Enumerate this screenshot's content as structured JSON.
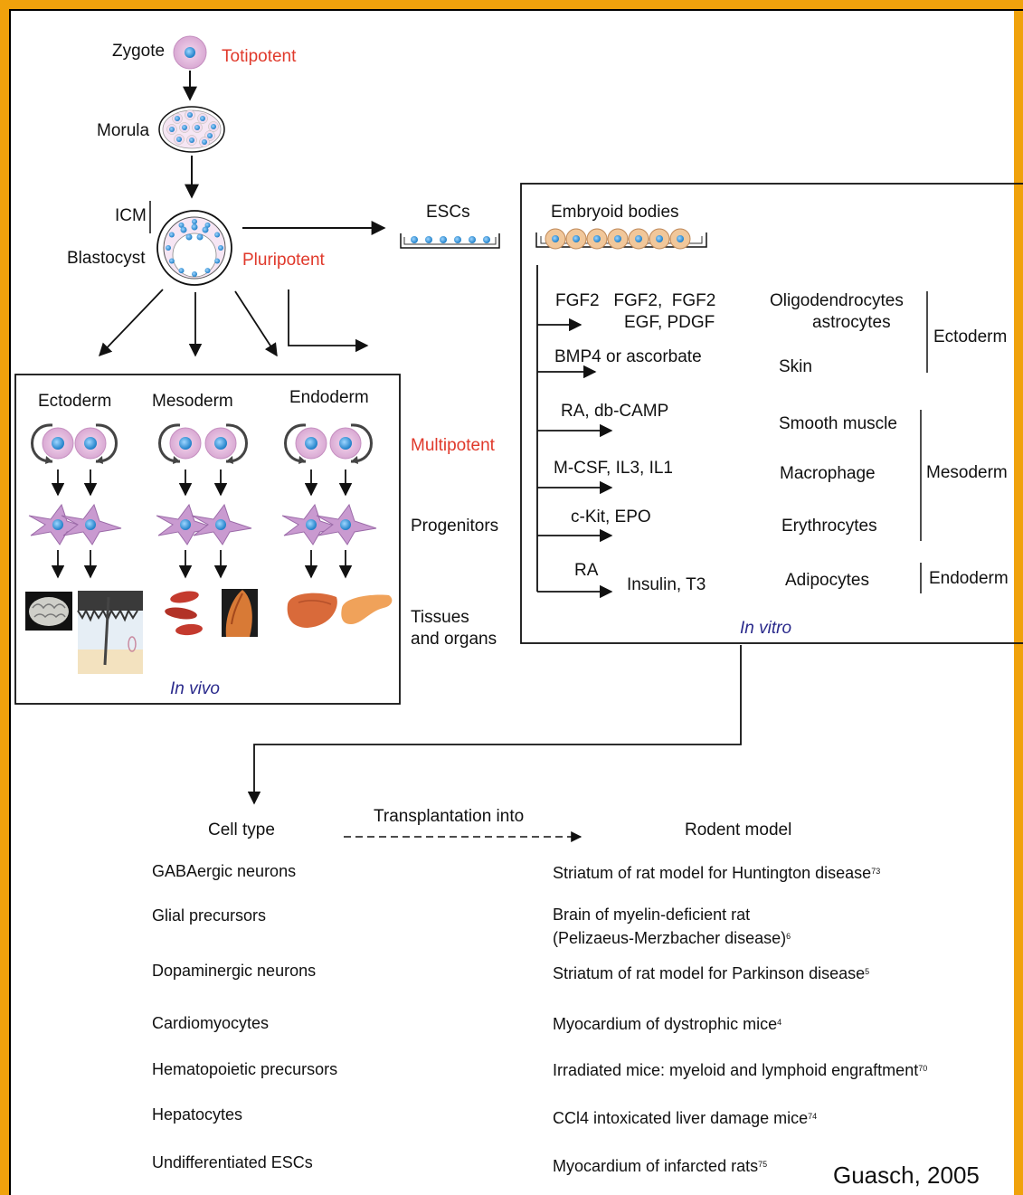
{
  "lineage": {
    "zygote": "Zygote",
    "totipotent": "Totipotent",
    "morula": "Morula",
    "icm": "ICM",
    "blastocyst": "Blastocyst",
    "pluripotent": "Pluripotent",
    "escs": "ESCs"
  },
  "in_vivo": {
    "layers": [
      "Ectoderm",
      "Mesoderm",
      "Endoderm"
    ],
    "multipotent": "Multipotent",
    "progenitors": "Progenitors",
    "tissues_line1": "Tissues",
    "tissues_line2": "and organs",
    "label": "In vivo"
  },
  "in_vitro": {
    "embryoid_bodies": "Embryoid bodies",
    "factors": [
      {
        "text": "FGF2   FGF2,  FGF2"
      },
      {
        "text": "EGF, PDGF"
      },
      {
        "text": "BMP4 or ascorbate"
      },
      {
        "text": "RA, db-CAMP"
      },
      {
        "text": "M-CSF, IL3, IL1"
      },
      {
        "text": "c-Kit, EPO"
      },
      {
        "text": "RA"
      },
      {
        "text": "Insulin, T3"
      }
    ],
    "cells": [
      "Oligodendrocytes",
      "astrocytes",
      "Skin",
      "Smooth muscle",
      "Macrophage",
      "Erythrocytes",
      "Adipocytes"
    ],
    "groups": [
      "Ectoderm",
      "Mesoderm",
      "Endoderm"
    ],
    "label": "In vitro"
  },
  "transplant": {
    "cell_type_header": "Cell type",
    "arrow_label": "Transplantation into",
    "rodent_header": "Rodent model",
    "rows": [
      {
        "cell": "GABAergic neurons",
        "model": "Striatum of rat model for Huntington disease",
        "ref": "73"
      },
      {
        "cell": "Glial precursors",
        "model": "Brain of myelin-deficient rat",
        "model2": "(Pelizaeus-Merzbacher disease)",
        "ref": "6"
      },
      {
        "cell": "Dopaminergic neurons",
        "model": "Striatum of rat model for Parkinson disease",
        "ref": "5"
      },
      {
        "cell": "Cardiomyocytes",
        "model": "Myocardium of dystrophic mice",
        "ref": "4"
      },
      {
        "cell": "Hematopoietic precursors",
        "model": "Irradiated mice: myeloid and lymphoid engraftment",
        "ref": "70"
      },
      {
        "cell": "Hepatocytes",
        "model": "CCl4 intoxicated liver damage mice",
        "ref": "74"
      },
      {
        "cell": "Undifferentiated ESCs",
        "model": "Myocardium of infarcted rats",
        "ref": "75"
      }
    ]
  },
  "citation": "Guasch, 2005",
  "colors": {
    "frame": "#f0a20c",
    "potency": "#e0392b",
    "italic_label": "#2a2a8c",
    "cell": "#e8bfe0",
    "nucleus": "#3aa0e0",
    "progenitor": "#c99ad0"
  }
}
